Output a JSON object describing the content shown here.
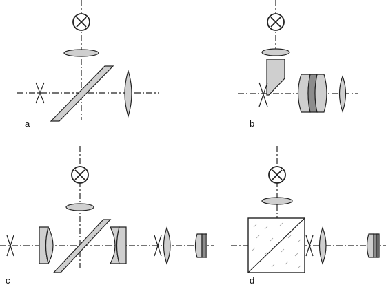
{
  "panels": [
    {
      "label": "a"
    },
    {
      "label": "b"
    },
    {
      "label": "c"
    },
    {
      "label": "d"
    }
  ],
  "colors": {
    "element_fill": "#cfcfcf",
    "element_dark_fill": "#8c8c8c",
    "stroke": "#222222",
    "background": "#ffffff"
  }
}
